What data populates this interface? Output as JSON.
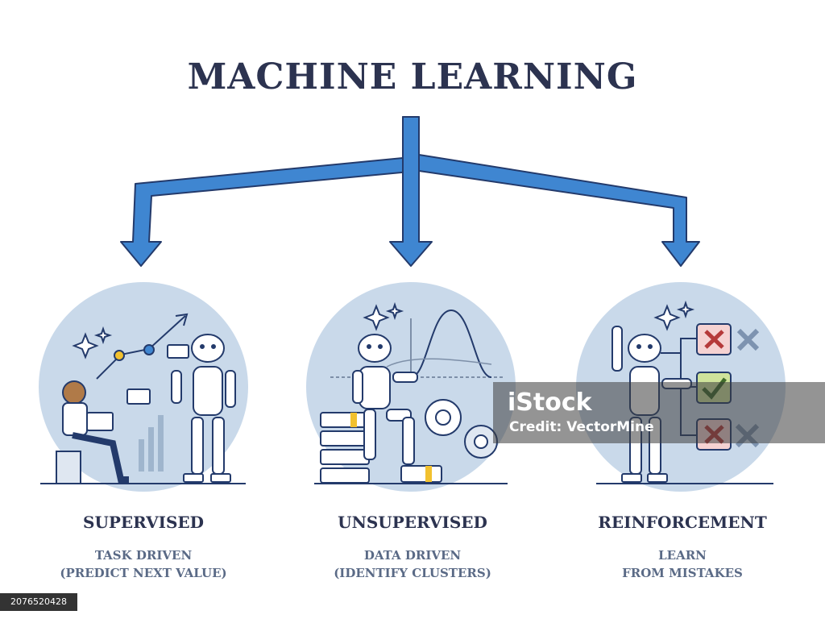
{
  "title": "MACHINE LEARNING",
  "colors": {
    "arrow": "#3f86d1",
    "arrow_outline": "#233a6b",
    "circle": "#c9d9ea",
    "heading": "#2c3350",
    "subtext": "#5a6a86",
    "accent_yellow": "#f2c12e"
  },
  "categories": [
    {
      "name": "SUPERVISED",
      "line1": "TASK DRIVEN",
      "line2": "(PREDICT NEXT VALUE)",
      "illustration": "robot-and-person-chart-icon"
    },
    {
      "name": "UNSUPERVISED",
      "line1": "DATA DRIVEN",
      "line2": "(IDENTIFY CLUSTERS)",
      "illustration": "robot-on-servers-curve-icon"
    },
    {
      "name": "REINFORCEMENT",
      "line1": "LEARN",
      "line2": "FROM MISTAKES",
      "illustration": "robot-with-checkboxes-icon"
    }
  ],
  "watermark": {
    "logo": "iStock",
    "credit": "Credit: VectorMine"
  },
  "stock_id": "2076520428"
}
